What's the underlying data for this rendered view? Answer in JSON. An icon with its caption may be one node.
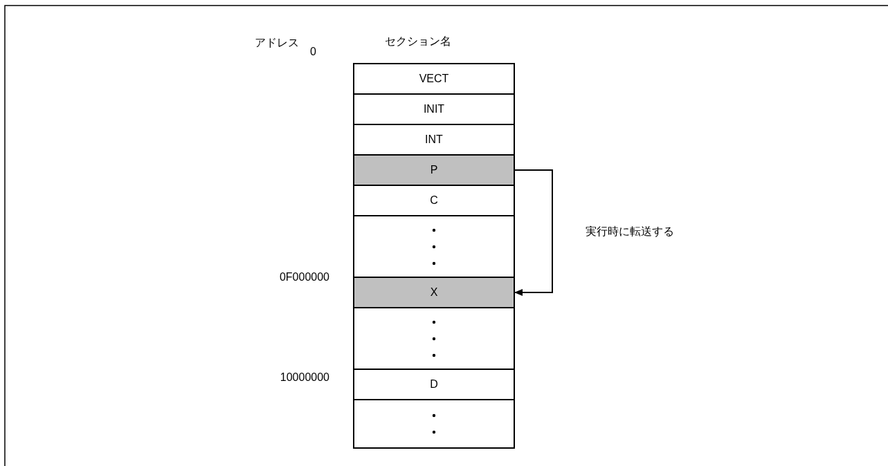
{
  "diagram": {
    "nodes": [
      {
        "text": [
          "VECT"
        ]
      },
      {
        "text": [
          "INIT"
        ]
      },
      {
        "text": [
          "INT"
        ]
      },
      {
        "text": [
          "P"
        ]
      },
      {
        "text": [
          "C"
        ]
      },
      {
        "text": [],
        "shape": "box"
      },
      {
        "text": [
          "X"
        ]
      },
      {
        "text": [],
        "shape": "box"
      },
      {
        "text": [
          "D"
        ]
      },
      {
        "text": [],
        "shape": "box"
      }
    ],
    "edges": [
      {
        "from": 3,
        "to": 6,
        "arrow": "to",
        "label": "実行時に転送する"
      }
    ],
    "labels": [
      "アドレス",
      "セクション名",
      "0",
      "0F000000",
      "10000000"
    ]
  }
}
